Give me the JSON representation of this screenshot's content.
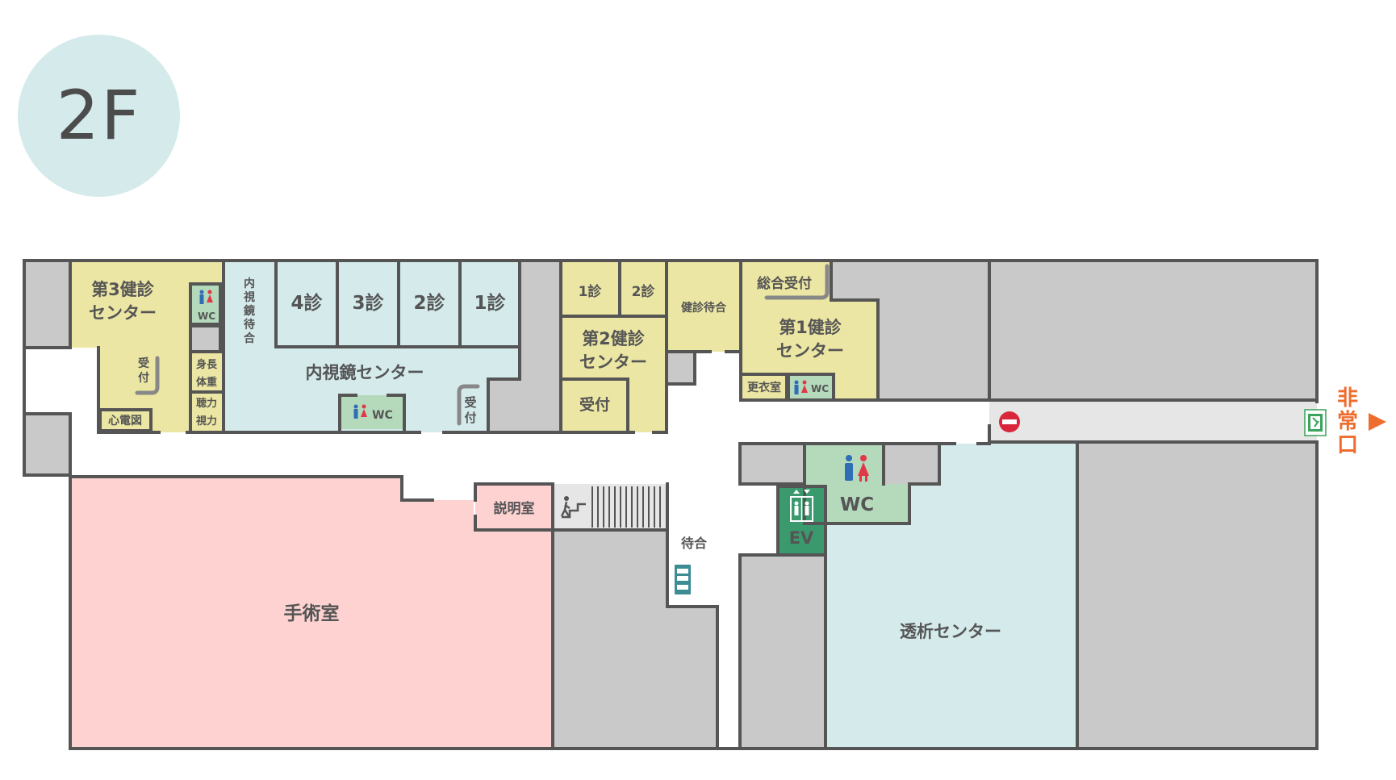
{
  "floor": {
    "label": "2F"
  },
  "colors": {
    "wall": "#555555",
    "gray_room": "#c9c9c9",
    "checkup_yellow": "#ebe6a3",
    "endoscope_blue": "#d4eaeb",
    "surgery_pink": "#ffd2d2",
    "wc_green": "#b4d9bb",
    "ev_green": "#3a9a6e",
    "corridor_gray": "#e6e6e6",
    "exit_orange": "#ee6d2e",
    "no_entry_red": "#d9263a",
    "male_blue": "#2f6db5",
    "female_red": "#e03848",
    "teal_label": "#3d8c94"
  },
  "rooms": {
    "checkup3_center": [
      "第3健診",
      "センター"
    ],
    "reception_3": [
      "受",
      "付"
    ],
    "ecg": "心電図",
    "height_weight": [
      "身長",
      "体重"
    ],
    "hearing_vision": [
      "聴力",
      "視力"
    ],
    "endoscope_waiting": [
      "内",
      "視",
      "鏡",
      "待",
      "合"
    ],
    "exam4": "4診",
    "exam3": "3診",
    "exam2": "2診",
    "exam1": "1診",
    "endoscope_center": "内視鏡センター",
    "reception_endo": [
      "受",
      "付"
    ],
    "checkup2_exam1": "1診",
    "checkup2_exam2": "2診",
    "checkup2_center": [
      "第2健診",
      "センター"
    ],
    "reception_2": "受付",
    "checkup_waiting": "健診待合",
    "general_reception": "総合受付",
    "checkup1_center": [
      "第1健診",
      "センター"
    ],
    "changing_room": "更衣室",
    "wc_label": "WC",
    "wc_small_label": "WC",
    "surgery": "手術室",
    "explanation_room": "説明室",
    "waiting": "待合",
    "ev": "EV",
    "dialysis_center": "透析センター",
    "emergency_exit": [
      "非",
      "常",
      "口"
    ]
  },
  "icons": {
    "stairs": "stairs-icon",
    "elevator": "elevator-icon",
    "vending": "vending-machine-icon",
    "no_entry": "no-entry-icon",
    "exit_sign": "emergency-exit-sign-icon",
    "exit_arrow": "arrow-right-icon",
    "restroom": "restroom-icon"
  }
}
